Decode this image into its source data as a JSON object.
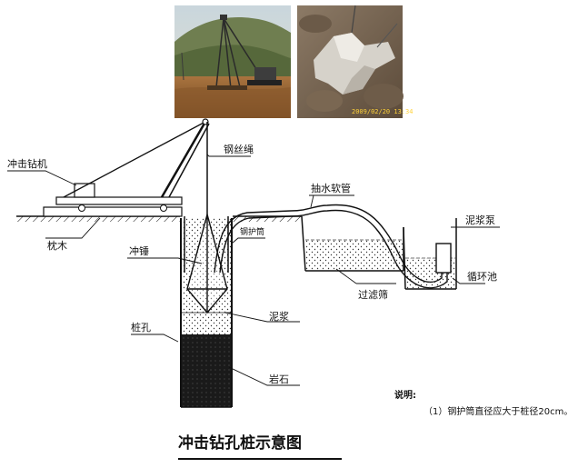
{
  "labels": {
    "drill_rig": "冲击钻机",
    "wire_rope": "钢丝绳",
    "suction_hose": "抽水软管",
    "mud_pump": "泥浆泵",
    "sleeper": "枕木",
    "steel_casing": "钢护筒",
    "hammer": "冲锤",
    "filter_screen": "过滤筛",
    "circulation_pool": "循环池",
    "mud": "泥浆",
    "pile_hole": "桩孔",
    "rock": "岩石"
  },
  "note": {
    "heading": "说明:",
    "item_1": "（1）钢护筒直径应大于桩径20cm。"
  },
  "caption": "冲击钻孔桩示意图",
  "photo_timestamp": "2009/02/20 13:34",
  "colors": {
    "line": "#111111",
    "mud_dots": "#333333",
    "rock": "#1a1a1a",
    "water_dash": "#444444"
  }
}
